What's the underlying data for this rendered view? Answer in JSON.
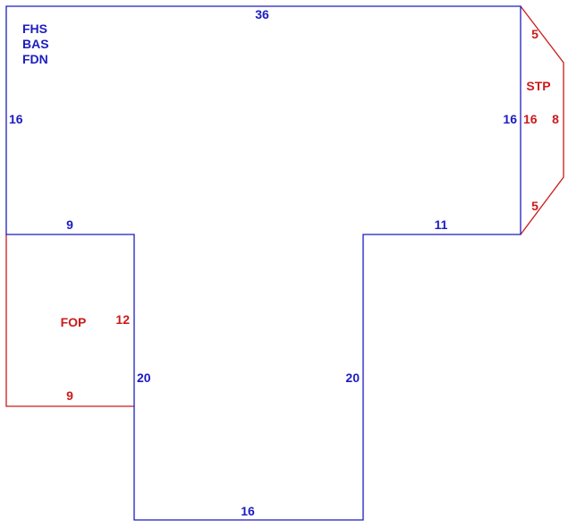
{
  "colors": {
    "main_structure": "#1c1cc0",
    "attachments": "#cc1a1a"
  },
  "main_area": {
    "codes": [
      "FHS",
      "BAS",
      "FDN"
    ],
    "dimensions": {
      "top": "36",
      "left": "16",
      "left_step": "9",
      "right_inner": "16",
      "right_step": "11",
      "stem_left": "20",
      "stem_right": "20",
      "bottom": "16"
    }
  },
  "porch": {
    "code": "FOP",
    "dimensions": {
      "side": "12",
      "bottom": "9"
    }
  },
  "stoop": {
    "code": "STP",
    "dimensions": {
      "upper_angle": "5",
      "inner": "16",
      "outer": "8",
      "lower_angle": "5"
    }
  }
}
